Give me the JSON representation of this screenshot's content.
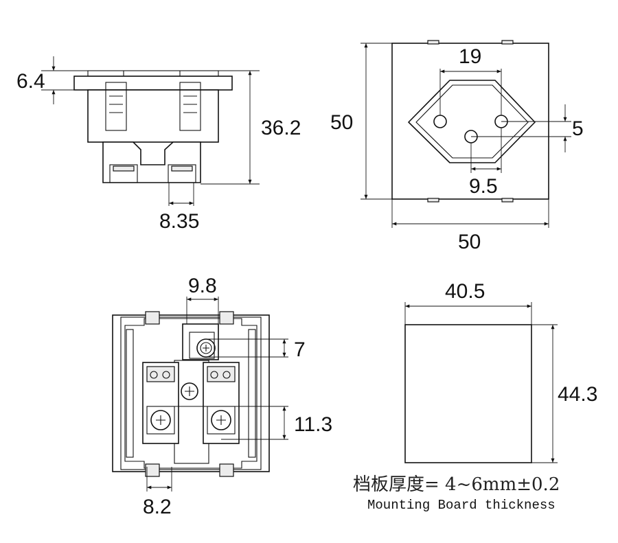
{
  "side_view": {
    "dims": {
      "flange": "6.4",
      "height": "36.2",
      "pitch": "8.35"
    }
  },
  "front_view": {
    "dims": {
      "pin_spacing": "19",
      "width_left": "50",
      "width_bottom": "50",
      "pin_dia": "5",
      "pin_offset": "9.5"
    }
  },
  "rear_view": {
    "dims": {
      "top": "9.8",
      "ground": "7",
      "terminal": "11.3",
      "bottom": "8.2"
    }
  },
  "cutout_view": {
    "dims": {
      "width": "40.5",
      "height": "44.3"
    }
  },
  "note": {
    "cn": "档板厚度= 4~6mm±0.2",
    "en": "Mounting Board thickness"
  }
}
